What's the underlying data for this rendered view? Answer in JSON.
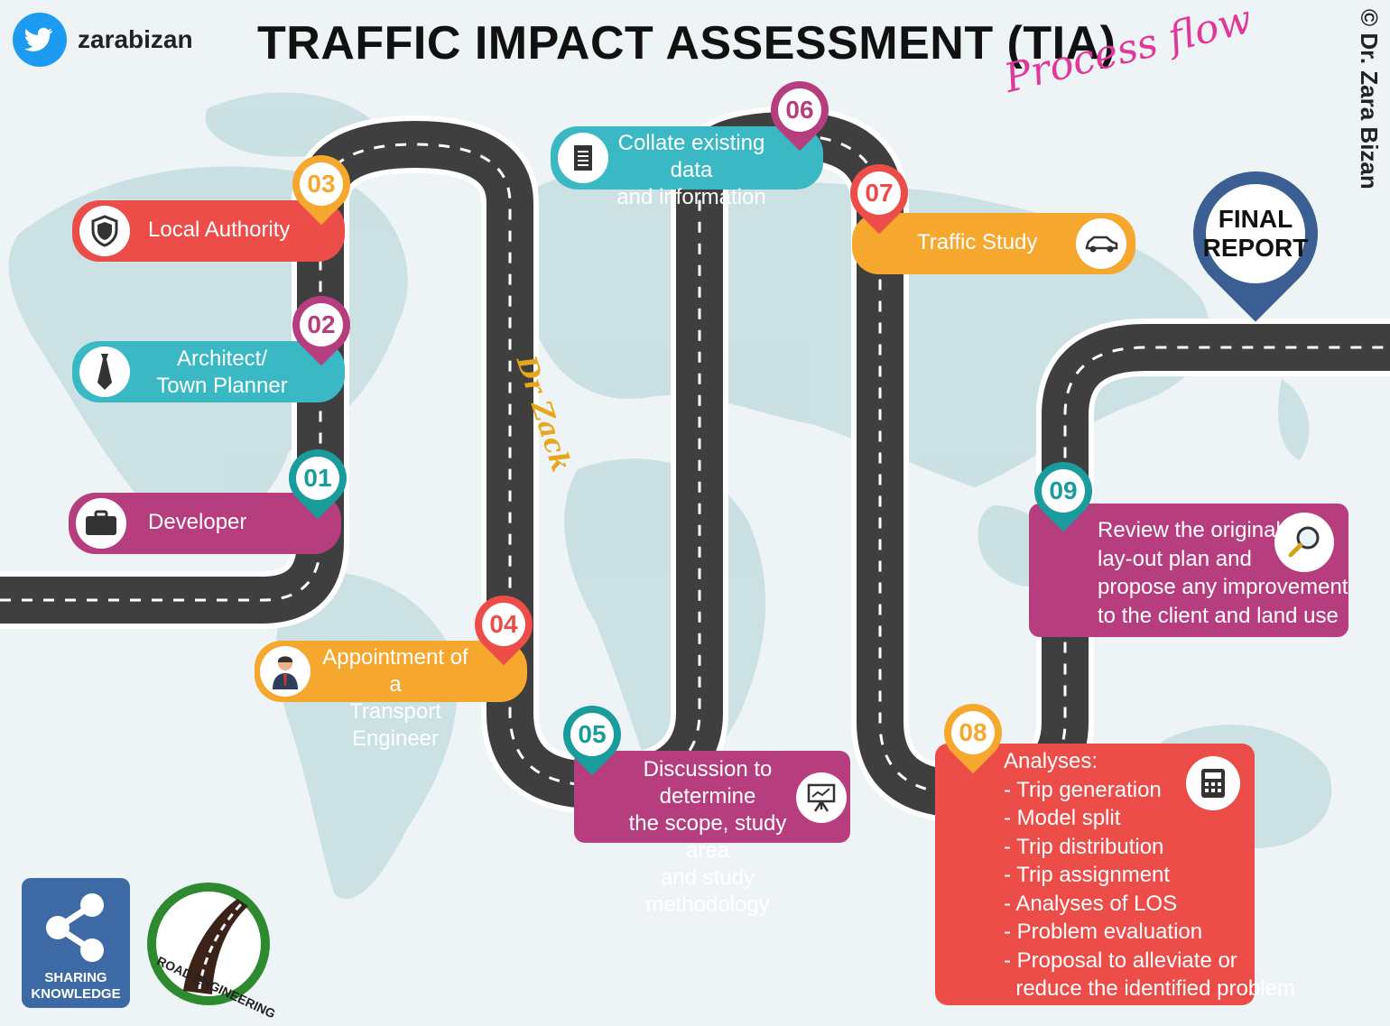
{
  "header": {
    "title": "TRAFFIC IMPACT ASSESSMENT (TIA)",
    "subtitle": "Process flow",
    "handle": "zarabizan",
    "author": "© Dr. Zara Bizan",
    "watermark": "Dr Zack"
  },
  "colors": {
    "magenta": "#b63e7e",
    "teal": "#3ab9c5",
    "coral": "#ec4d49",
    "orange": "#f6a72e",
    "navy": "#3b5f93",
    "road": "#3f3f3f",
    "map": "#c4dde0"
  },
  "steps": [
    {
      "num": "01",
      "label": "Developer",
      "icon": "briefcase-icon"
    },
    {
      "num": "02",
      "label": "Architect/\nTown Planner",
      "icon": "necktie-icon"
    },
    {
      "num": "03",
      "label": "Local Authority",
      "icon": "shield-icon"
    },
    {
      "num": "04",
      "label": "Appointment of a\nTransport Engineer",
      "icon": "engineer-icon"
    },
    {
      "num": "05",
      "label": "Discussion to determine\nthe scope, study area\nand study methodology",
      "icon": "presentation-icon"
    },
    {
      "num": "06",
      "label": "Collate existing data\nand information",
      "icon": "document-icon"
    },
    {
      "num": "07",
      "label": "Traffic Study",
      "icon": "car-icon"
    },
    {
      "num": "08",
      "label": "Analyses:\n- Trip generation\n- Model split\n- Trip distribution\n- Trip assignment\n- Analyses of LOS\n- Problem evaluation\n- Proposal to alleviate or\n  reduce the identified problem",
      "icon": "calculator-icon"
    },
    {
      "num": "09",
      "label": "Review the original\nlay-out plan and\npropose any improvement\nto the client and land use",
      "icon": "magnifier-icon"
    }
  ],
  "final": {
    "line1": "FINAL",
    "line2": "REPORT"
  },
  "badges": {
    "share_line1": "SHARING",
    "share_line2": "KNOWLEDGE",
    "logo_text": "ROAD ENGINEERING"
  }
}
